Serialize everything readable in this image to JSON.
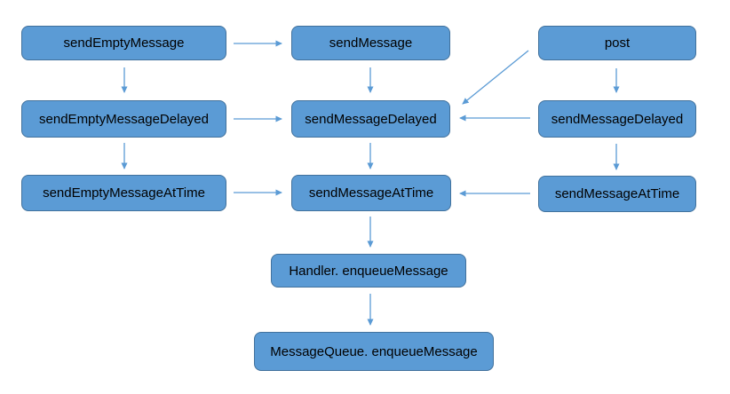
{
  "diagram": {
    "type": "flowchart",
    "colors": {
      "background": "#ffffff",
      "node_fill": "#5b9bd5",
      "node_border": "#41719c",
      "arrow": "#5b9bd5",
      "text": "#000000"
    },
    "nodes": [
      {
        "label": "sendEmptyMessage"
      },
      {
        "label": "sendMessage"
      },
      {
        "label": "post"
      },
      {
        "label": "sendEmptyMessageDelayed"
      },
      {
        "label": "sendMessageDelayed"
      },
      {
        "label": "sendMessageDelayed"
      },
      {
        "label": "sendEmptyMessageAtTime"
      },
      {
        "label": "sendMessageAtTime"
      },
      {
        "label": "sendMessageAtTime"
      },
      {
        "label": "Handler. enqueueMessage"
      },
      {
        "label": "MessageQueue. enqueueMessage"
      }
    ],
    "edges": [
      {
        "from": "sendEmptyMessage",
        "to": "sendMessage"
      },
      {
        "from": "sendEmptyMessage",
        "to": "sendEmptyMessageDelayed"
      },
      {
        "from": "sendMessage",
        "to": "sendMessageDelayed (middle)"
      },
      {
        "from": "post",
        "to": "sendMessageDelayed (right)"
      },
      {
        "from": "post",
        "to": "sendMessageDelayed (middle)"
      },
      {
        "from": "sendEmptyMessageDelayed",
        "to": "sendMessageDelayed (middle)"
      },
      {
        "from": "sendMessageDelayed (right)",
        "to": "sendMessageDelayed (middle)"
      },
      {
        "from": "sendEmptyMessageDelayed",
        "to": "sendEmptyMessageAtTime"
      },
      {
        "from": "sendMessageDelayed (middle)",
        "to": "sendMessageAtTime (middle)"
      },
      {
        "from": "sendMessageDelayed (right)",
        "to": "sendMessageAtTime (right)"
      },
      {
        "from": "sendEmptyMessageAtTime",
        "to": "sendMessageAtTime (middle)"
      },
      {
        "from": "sendMessageAtTime (right)",
        "to": "sendMessageAtTime (middle)"
      },
      {
        "from": "sendMessageAtTime (middle)",
        "to": "Handler. enqueueMessage"
      },
      {
        "from": "Handler. enqueueMessage",
        "to": "MessageQueue. enqueueMessage"
      }
    ]
  }
}
